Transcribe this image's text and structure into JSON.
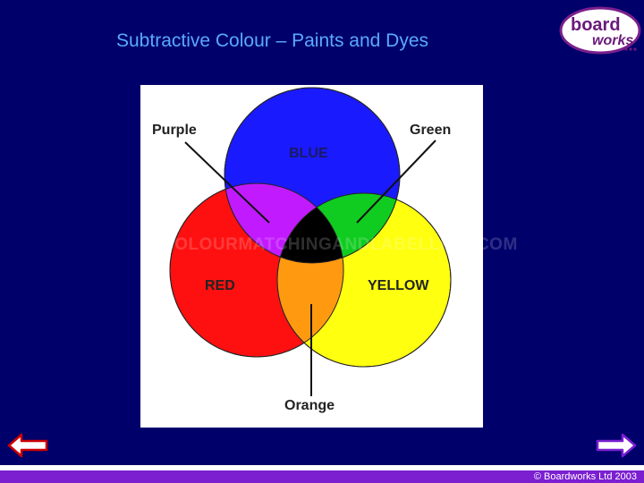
{
  "slide": {
    "title": "Subtractive Colour – Paints and Dyes",
    "logo": {
      "line1": "board",
      "line2": "works"
    },
    "diagram": {
      "labels": {
        "purple": "Purple",
        "green": "Green",
        "blue": "BLUE",
        "red": "RED",
        "yellow": "YELLOW",
        "orange": "Orange"
      },
      "watermark": "COLOURMATCHINGANDLABELLING.COM",
      "colors": {
        "blue": "#1a1aff",
        "red": "#ff1010",
        "yellow": "#ffff10",
        "purple": "#c21aff",
        "green": "#10cc20",
        "orange": "#ff9a10",
        "black": "#000000"
      }
    },
    "nav": {
      "back_icon": "left-arrow-icon",
      "forward_icon": "right-arrow-icon"
    },
    "footer": {
      "copyright": "© Boardworks Ltd 2003"
    }
  }
}
